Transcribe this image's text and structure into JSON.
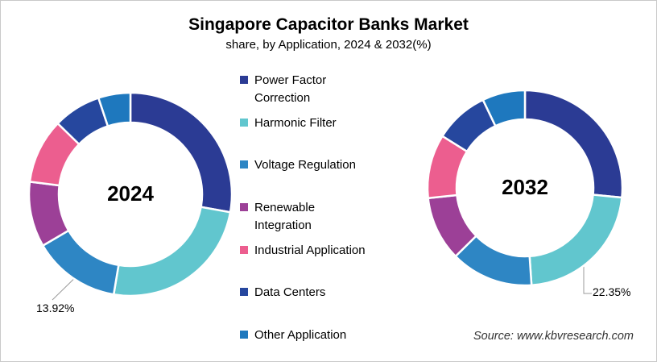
{
  "header": {
    "title": "Singapore Capacitor Banks Market",
    "subtitle": "share, by Application, 2024 & 2032(%)"
  },
  "source": "Source: www.kbvresearch.com",
  "legend": [
    {
      "label": "Power Factor\nCorrection",
      "color": "#2B3B94"
    },
    {
      "label": "Harmonic Filter",
      "color": "#61C6CE"
    },
    {
      "label": "Voltage Regulation",
      "color": "#2E86C4"
    },
    {
      "label": "Renewable\nIntegration",
      "color": "#9C4097"
    },
    {
      "label": "Industrial Application",
      "color": "#EC5E8F"
    },
    {
      "label": "Data Centers",
      "color": "#26479E"
    },
    {
      "label": "Other Application",
      "color": "#1E78BE"
    }
  ],
  "chart_data": [
    {
      "type": "pie",
      "subtype": "donut",
      "label": "2024",
      "categories": [
        "Power Factor Correction",
        "Harmonic Filter",
        "Voltage Regulation",
        "Renewable Integration",
        "Industrial Application",
        "Data Centers",
        "Other Application"
      ],
      "values": [
        27.8,
        24.8,
        13.92,
        10.4,
        10.3,
        7.6,
        5.1
      ],
      "colors": [
        "#2B3B94",
        "#61C6CE",
        "#2E86C4",
        "#9C4097",
        "#EC5E8F",
        "#26479E",
        "#1E78BE"
      ],
      "start_angle_deg": 0,
      "direction": "clockwise",
      "callout": {
        "category": "Voltage Regulation",
        "value": 13.92,
        "text": "13.92%"
      }
    },
    {
      "type": "pie",
      "subtype": "donut",
      "label": "2032",
      "categories": [
        "Power Factor Correction",
        "Harmonic Filter",
        "Voltage Regulation",
        "Renewable Integration",
        "Industrial Application",
        "Data Centers",
        "Other Application"
      ],
      "values": [
        26.6,
        22.35,
        13.7,
        10.7,
        10.6,
        9.0,
        7.1
      ],
      "colors": [
        "#2B3B94",
        "#61C6CE",
        "#2E86C4",
        "#9C4097",
        "#EC5E8F",
        "#26479E",
        "#1E78BE"
      ],
      "start_angle_deg": 0,
      "direction": "clockwise",
      "callout": {
        "category": "Harmonic Filter",
        "value": 22.35,
        "text": "22.35%"
      }
    }
  ]
}
